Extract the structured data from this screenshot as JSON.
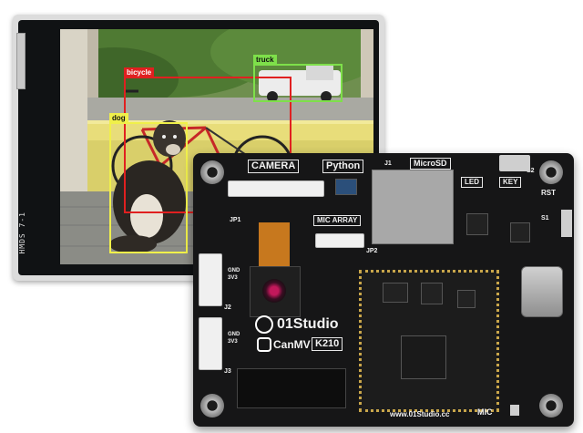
{
  "lcd": {
    "side_text": "HMDS  7-1"
  },
  "detections": [
    {
      "label": "bicycle",
      "color": "#e02020"
    },
    {
      "label": "truck",
      "color": "#7ee04a"
    },
    {
      "label": "dog",
      "color": "#f0f04a"
    }
  ],
  "board": {
    "labels": {
      "camera": "CAMERA",
      "python": "Python",
      "microsd": "MicroSD",
      "led": "LED",
      "key": "KEY",
      "rst": "RST",
      "mic_array": "MIC ARRAY",
      "brand": "01Studio",
      "canmv": "CanMV",
      "k210": "K210",
      "website": "www.01Studio.cc",
      "mic": "MIC",
      "j1": "J1",
      "j2": "J2",
      "j3": "J3",
      "jp1": "JP1",
      "jp2": "JP2",
      "gnd": "GND",
      "v33": "3V3",
      "sw1": "S1",
      "sw2": "S2"
    }
  }
}
